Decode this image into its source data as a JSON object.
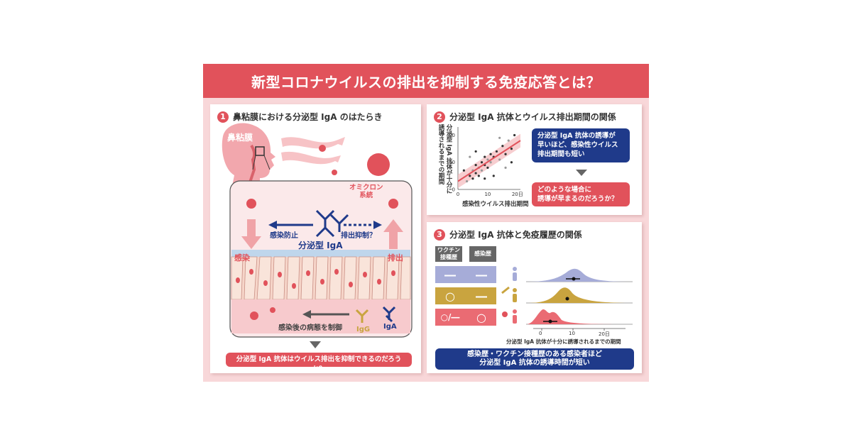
{
  "title": "新型コロナウイルスの排出を抑制する免疫応答とは？",
  "colors": {
    "accent": "#e1525b",
    "navy": "#1f3a8a",
    "pink_bg": "#f8d7d9",
    "lilac": "#a6acd8",
    "mustard": "#c9a43f",
    "rose": "#ea6b73"
  },
  "panel1": {
    "number": "1",
    "title": "鼻粘膜における分泌型 IgA のはたらき",
    "nasal_label": "鼻粘膜",
    "virus_label": "オミクロン\n系統",
    "infection": "感染",
    "shedding": "排出",
    "prevent_infection": "感染防止",
    "suppress_shedding": "排出抑制？",
    "siga_label": "分泌型 IgA",
    "control_label": "感染後の病態を制御",
    "igg": "IgG",
    "iga": "IgA",
    "question": "分泌型 IgA 抗体はウイルス排出を抑制できるのだろうか？"
  },
  "panel2": {
    "number": "2",
    "title": "分泌型 IgA 抗体とウイルス排出期間の関係",
    "ylabel": "分泌型 IgA 抗体が十分に\n誘導されるまでの期間",
    "xlabel": "感染性ウイルス排出期間",
    "box1": "分泌型 IgA 抗体の誘導が\n早いほど、感染性ウイルス\n排出期間も短い",
    "box2": "どのような場合に\n誘導が早まるのだろうか？"
  },
  "chart_data": {
    "type": "scatter",
    "xlabel": "感染性ウイルス排出期間",
    "ylabel": "分泌型 IgA 抗体が十分に誘導されるまでの期間",
    "xticks": [
      "0",
      "10",
      "20日"
    ],
    "yticks": [
      "0",
      "10",
      "20"
    ],
    "xlim": [
      0,
      21
    ],
    "ylim": [
      0,
      23
    ],
    "points": [
      [
        3,
        3
      ],
      [
        4,
        5
      ],
      [
        5,
        4
      ],
      [
        5,
        7
      ],
      [
        6,
        6
      ],
      [
        6,
        9
      ],
      [
        7,
        8
      ],
      [
        7,
        5
      ],
      [
        8,
        10
      ],
      [
        8,
        7
      ],
      [
        9,
        9
      ],
      [
        9,
        12
      ],
      [
        10,
        11
      ],
      [
        10,
        8
      ],
      [
        11,
        13
      ],
      [
        11,
        10
      ],
      [
        12,
        12
      ],
      [
        13,
        14
      ],
      [
        14,
        11
      ],
      [
        15,
        16
      ],
      [
        16,
        13
      ],
      [
        17,
        18
      ],
      [
        18,
        15
      ],
      [
        19,
        20
      ],
      [
        4,
        12
      ],
      [
        6,
        14
      ],
      [
        12,
        5
      ],
      [
        14,
        19
      ],
      [
        2,
        7
      ],
      [
        9,
        4
      ],
      [
        16,
        8
      ],
      [
        18,
        10
      ]
    ],
    "trend": {
      "from": [
        0,
        3
      ],
      "to": [
        21,
        18
      ]
    }
  },
  "panel3": {
    "number": "3",
    "title": "分泌型 IgA 抗体と免疫履歴の関係",
    "col_vaccine": "ワクチン\n接種歴",
    "col_infection": "感染歴",
    "rows": [
      {
        "vaccine": "―",
        "infection": "―"
      },
      {
        "vaccine": "○",
        "infection": "―"
      },
      {
        "vaccine": "○/―",
        "infection": "○"
      }
    ],
    "xlabel": "分泌型 IgA 抗体が十分に誘導されるまでの期間",
    "xticks": [
      "0",
      "10",
      "20日"
    ],
    "conclusion": "感染歴・ワクチン接種歴のある感染者ほど\n分泌型 IgA 抗体の誘導時間が短い"
  }
}
